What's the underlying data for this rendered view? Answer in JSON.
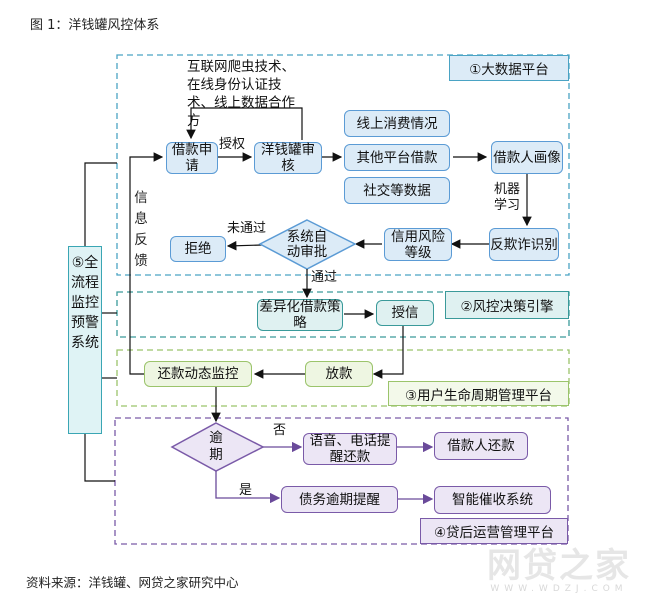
{
  "title": "图 1：洋钱罐风控体系",
  "source": "资料来源：洋钱罐、网贷之家研究中心",
  "watermark": {
    "main": "网贷之家",
    "sub": "WWW.WDZJ.COM"
  },
  "colors": {
    "blue": "#5b9bd5",
    "teal": "#3a9a9a",
    "green": "#9bc46b",
    "purple": "#7a5aa8"
  },
  "sections": {
    "big_data": "①大数据平台",
    "risk_engine": "②风控决策引擎",
    "lifecycle": "③用户生命周期管理平台",
    "post_loan": "④贷后运营管理平台",
    "monitor": "⑤全流程监控预警系统"
  },
  "nodes": {
    "tech_note": "互联网爬虫技术、在线身份认证技术、线上数据合作方",
    "loan_apply": "借款申请",
    "yqg_review": "洋钱罐审核",
    "online_consume": "线上消费情况",
    "other_platform": "其他平台借款",
    "social_data": "社交等数据",
    "borrower_profile": "借款人画像",
    "anti_fraud": "反欺诈识别",
    "credit_risk": "信用风险等级",
    "auto_approve": "系统自动审批",
    "reject": "拒绝",
    "diff_strategy": "差异化借款策略",
    "credit_grant": "授信",
    "disburse": "放款",
    "repay_monitor": "还款动态监控",
    "overdue": "逾期",
    "voice_remind": "语音、电话提醒还款",
    "borrower_repay": "借款人还款",
    "debt_remind": "债务逾期提醒",
    "smart_collect": "智能催收系统"
  },
  "edge_labels": {
    "authorize": "授权",
    "machine_learning": "机器学习",
    "not_passed": "未通过",
    "passed": "通过",
    "feedback": "信息反馈",
    "no": "否",
    "yes": "是"
  }
}
